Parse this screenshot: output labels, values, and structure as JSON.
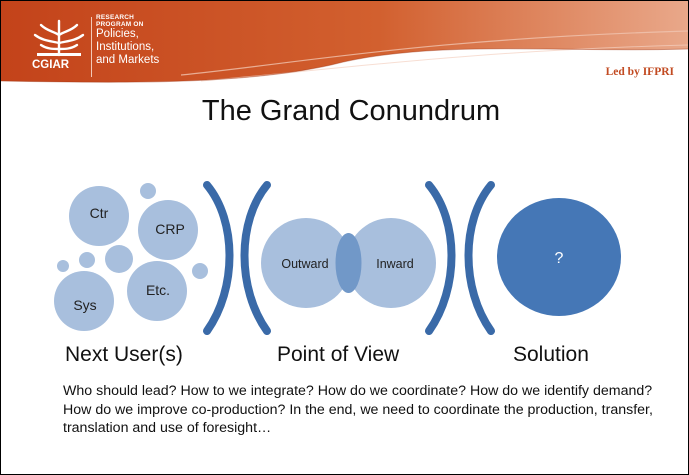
{
  "header": {
    "logo_small": "RESEARCH",
    "logo_small2": "PROGRAM ON",
    "logo_line1": "Policies,",
    "logo_line2": "Institutions,",
    "logo_line3": "and Markets",
    "org": "CGIAR",
    "led_by": "Led by IFPRI"
  },
  "title": "The Grand Conundrum",
  "diagram": {
    "users": [
      "Ctr",
      "CRP",
      "Sys",
      "Etc."
    ],
    "view_left": "Outward",
    "view_right": "Inward",
    "solution_mark": "?"
  },
  "labels": {
    "users": "Next User(s)",
    "view": "Point of View",
    "solution": "Solution"
  },
  "body": "Who should lead? How to we integrate? How do we coordinate? How do we identify demand? How do we improve co-production? In the end, we need to coordinate the production, transfer, translation and use of foresight…",
  "colors": {
    "banner": "#c9491f",
    "light_circle": "#a8bfdd",
    "dark_circle": "#4577b6",
    "bracket": "#3a6aa8"
  }
}
